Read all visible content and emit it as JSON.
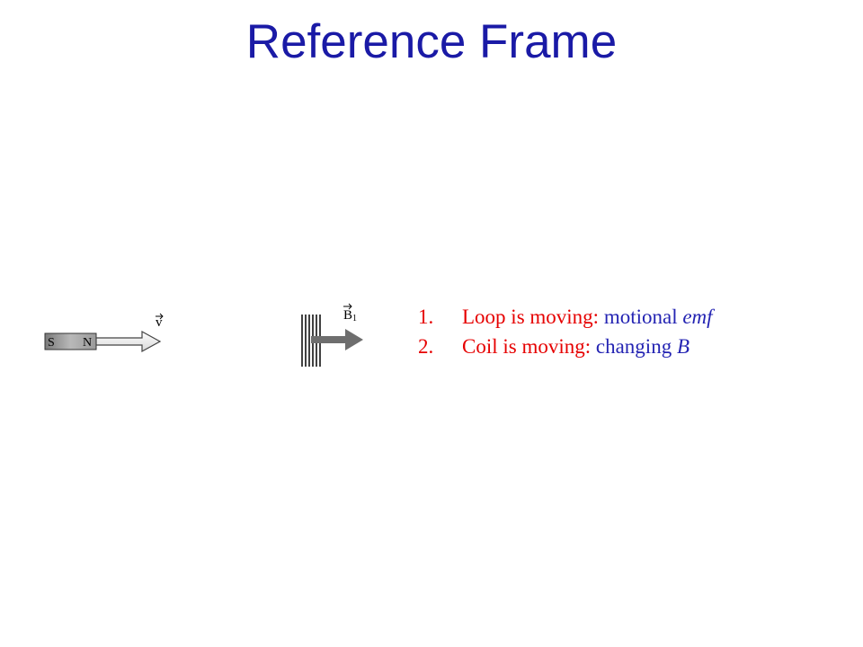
{
  "title": "Reference Frame",
  "figure": {
    "magnet": {
      "south_label": "S",
      "north_label": "N",
      "velocity_label": "v"
    },
    "coil": {
      "field_label": "B",
      "field_subscript": "1"
    }
  },
  "list": [
    {
      "number": "1.",
      "claim": "Loop is moving:",
      "result": "motional",
      "result_italic": "emf"
    },
    {
      "number": "2.",
      "claim": "Coil is moving:",
      "result": "changing",
      "result_italic": "B"
    }
  ],
  "colors": {
    "title": "#1a1aa6",
    "claim": "#e60000",
    "result": "#2424b3"
  }
}
